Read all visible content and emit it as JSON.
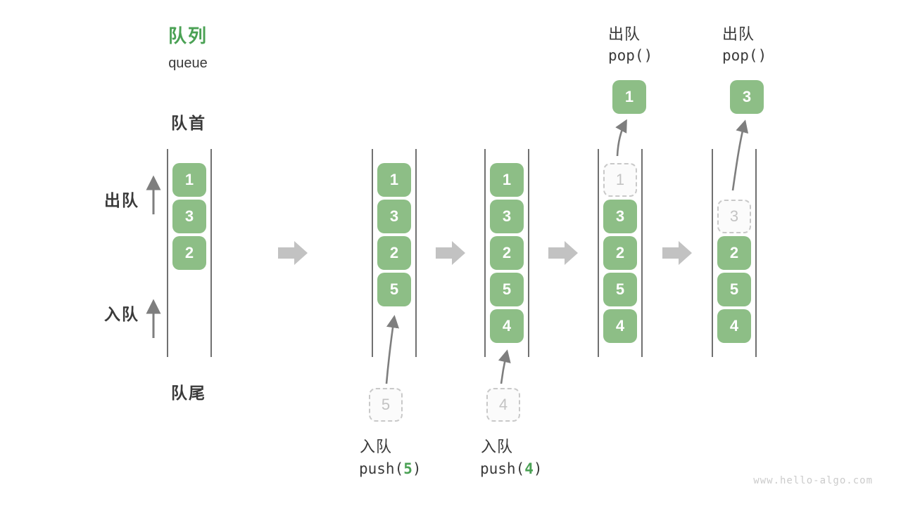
{
  "page": {
    "watermark": "www.hello-algo.com",
    "background": "#ffffff"
  },
  "legend": {
    "title": "队列",
    "subtitle": "queue",
    "front_label": "队首",
    "rear_label": "队尾",
    "dequeue_label": "出队",
    "enqueue_label": "入队"
  },
  "colors": {
    "item_green": "#8dbe86",
    "accent_green": "#4aa154",
    "text_dark": "#3a3a3a",
    "wall_gray": "#4d4d4d",
    "transition_arrow_gray": "#c2c2c2",
    "small_arrow_gray": "#7e7e7e",
    "ghost_border_gray": "#c9c9c9",
    "ghost_text_gray": "#c3c3c3",
    "watermark_gray": "#cbcbcb"
  },
  "columns": [
    {
      "name": "step-1-initial",
      "slots": [
        {
          "state": "solid",
          "value": "1"
        },
        {
          "state": "solid",
          "value": "3"
        },
        {
          "state": "solid",
          "value": "2"
        },
        {
          "state": "empty",
          "value": ""
        },
        {
          "state": "empty",
          "value": ""
        }
      ]
    },
    {
      "name": "step-2-enqueue-5",
      "slots": [
        {
          "state": "solid",
          "value": "1"
        },
        {
          "state": "solid",
          "value": "3"
        },
        {
          "state": "solid",
          "value": "2"
        },
        {
          "state": "solid",
          "value": "5"
        },
        {
          "state": "empty",
          "value": ""
        }
      ],
      "pending": {
        "value": "5"
      },
      "action": {
        "label": "入队",
        "code": "push(",
        "arg": "5",
        "suffix": ")"
      }
    },
    {
      "name": "step-3-enqueue-4",
      "slots": [
        {
          "state": "solid",
          "value": "1"
        },
        {
          "state": "solid",
          "value": "3"
        },
        {
          "state": "solid",
          "value": "2"
        },
        {
          "state": "solid",
          "value": "5"
        },
        {
          "state": "solid",
          "value": "4"
        }
      ],
      "pending": {
        "value": "4"
      },
      "action": {
        "label": "入队",
        "code": "push(",
        "arg": "4",
        "suffix": ")"
      }
    },
    {
      "name": "step-4-dequeue-1",
      "slots": [
        {
          "state": "ghost",
          "value": "1"
        },
        {
          "state": "solid",
          "value": "3"
        },
        {
          "state": "solid",
          "value": "2"
        },
        {
          "state": "solid",
          "value": "5"
        },
        {
          "state": "solid",
          "value": "4"
        }
      ],
      "popped": {
        "value": "1"
      },
      "action": {
        "label": "出队",
        "code": "pop()"
      }
    },
    {
      "name": "step-5-dequeue-3",
      "slots": [
        {
          "state": "empty",
          "value": ""
        },
        {
          "state": "ghost",
          "value": "3"
        },
        {
          "state": "solid",
          "value": "2"
        },
        {
          "state": "solid",
          "value": "5"
        },
        {
          "state": "solid",
          "value": "4"
        }
      ],
      "popped": {
        "value": "3"
      },
      "action": {
        "label": "出队",
        "code": "pop()"
      }
    }
  ]
}
